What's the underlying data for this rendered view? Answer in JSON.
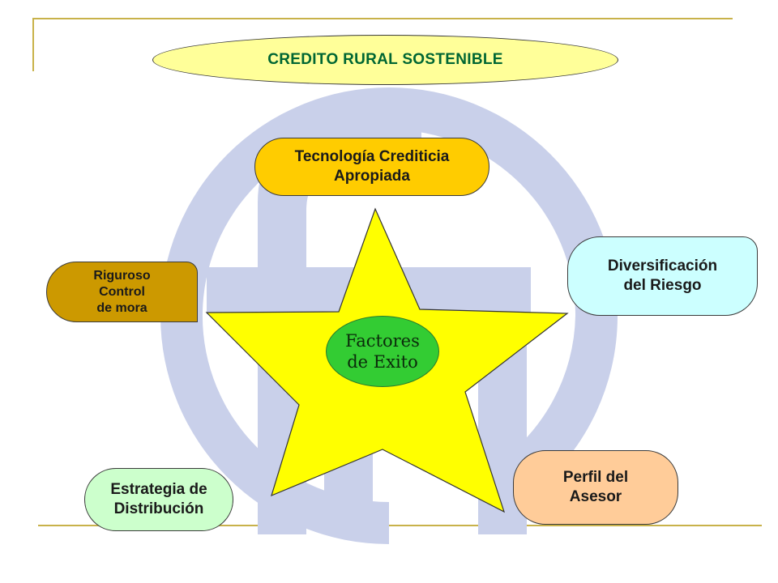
{
  "title": "CREDITO RURAL SOSTENIBLE",
  "center": "Factores\nde Exito",
  "factors": {
    "tecnologia": "Tecnología Crediticia\nApropiada",
    "riesgo": "Diversificación\ndel Riesgo",
    "mora": "Riguroso\nControl\nde mora",
    "perfil": "Perfil del\nAsesor",
    "estrategia": "Estrategia de\nDistribución"
  },
  "colors": {
    "title_fill": "#ffff99",
    "title_text": "#006633",
    "tecnologia_fill": "#ffcc00",
    "riesgo_fill": "#ccffff",
    "mora_fill": "#cc9900",
    "perfil_fill": "#ffcc99",
    "estrategia_fill": "#ccffcc",
    "star_fill": "#ffff00",
    "center_fill": "#33cc33",
    "logo_watermark": "#c9d0ea",
    "rule_lines": "#c8b24a"
  }
}
